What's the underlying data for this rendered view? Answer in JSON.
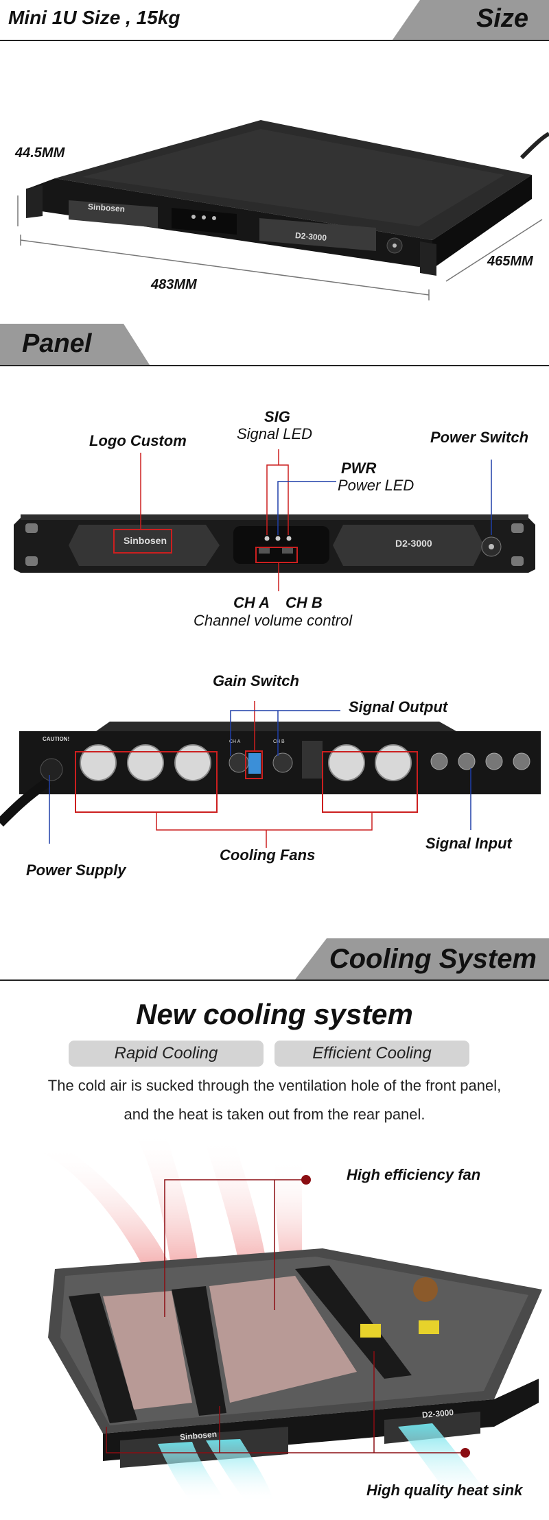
{
  "size_section": {
    "header_left": "Mini 1U Size , 15kg",
    "header_tab": "Size",
    "device_logo": "Sinbosen",
    "device_model": "D2-3000",
    "dim_height": "44.5MM",
    "dim_width": "483MM",
    "dim_depth": "465MM"
  },
  "panel_section": {
    "header_tab": "Panel",
    "front_callouts": {
      "sig_title": "SIG",
      "sig_sub": "Signal LED",
      "logo": "Logo Custom",
      "pwr_title": "PWR",
      "pwr_sub": "Power LED",
      "power_switch": "Power Switch",
      "ch_a": "CH A",
      "ch_b": "CH B",
      "channel_sub": "Channel volume control"
    },
    "rear_callouts": {
      "gain_switch": "Gain Switch",
      "signal_output": "Signal Output",
      "cooling_fans": "Cooling Fans",
      "signal_input": "Signal Input",
      "power_supply": "Power Supply"
    },
    "rear_small_labels": {
      "caution": "CAUTION!",
      "ch_a": "CH A",
      "ch_b": "CH B"
    }
  },
  "cooling_section": {
    "header_tab": "Cooling System",
    "title": "New cooling system",
    "pill_left": "Rapid Cooling",
    "pill_right": "Efficient Cooling",
    "desc_line1": "The cold air is sucked through the ventilation hole of the front panel,",
    "desc_line2": "and the heat is taken out from the rear panel.",
    "callout_fan": "High efficiency fan",
    "callout_sink": "High quality heat sink"
  },
  "colors": {
    "header_tab": "#9a9a9a",
    "callout_red": "#cc1f1f",
    "callout_blue": "#1f3fa8",
    "device_body": "#1c1c1c",
    "pill_bg": "#d4d4d4",
    "dot_red": "#8b0d12"
  }
}
